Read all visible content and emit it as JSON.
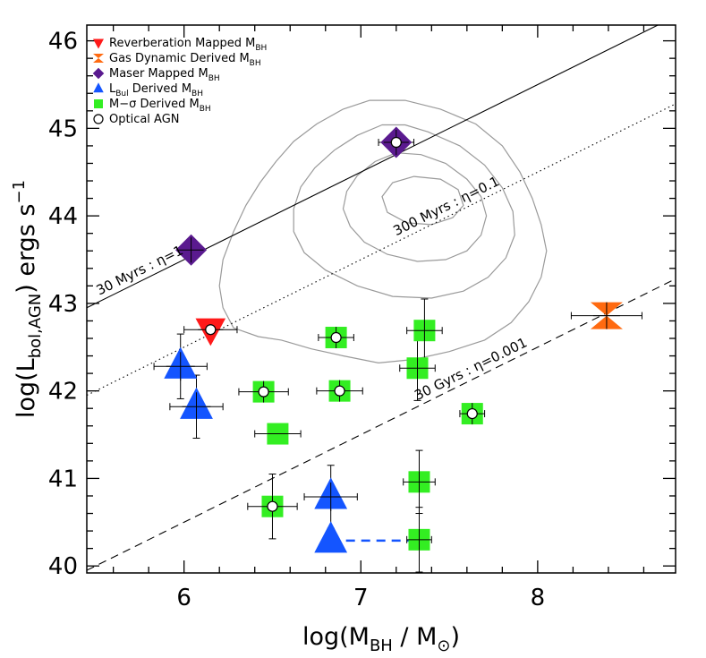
{
  "chart_data": {
    "type": "scatter",
    "xlabel": "log(M_BH / M_⊙)",
    "ylabel": "log(L_bol,AGN) ergs s^-1",
    "xlim": [
      5.45,
      8.78
    ],
    "ylim": [
      39.92,
      46.18
    ],
    "xticks": [
      6,
      7,
      8
    ],
    "yticks": [
      40,
      41,
      42,
      43,
      44,
      45,
      46
    ],
    "grid": false,
    "legend_position": "top-left",
    "legend": [
      {
        "symbol": "down-triangle",
        "color": "#ff1a1a",
        "text": "Reverberation Mapped M",
        "sub": "BH"
      },
      {
        "symbol": "hourglass",
        "color": "#ff6a10",
        "text": "Gas Dynamic Derived M",
        "sub": "BH"
      },
      {
        "symbol": "diamond",
        "color": "#5a1a8f",
        "text": "Maser Mapped M",
        "sub": "BH"
      },
      {
        "symbol": "up-triangle",
        "color": "#1455ff",
        "text": "L",
        "sub": "Bul",
        "text2": " Derived M",
        "sub2": "BH"
      },
      {
        "symbol": "square",
        "color": "#33ee22",
        "text": "M−σ Derived M",
        "sub": "BH"
      },
      {
        "symbol": "circle",
        "color": "#ffffff",
        "text": "Optical AGN"
      }
    ],
    "reference_lines": [
      {
        "label": "30 Myrs : η=1",
        "style": "solid",
        "y_intercept_shift": 37.5
      },
      {
        "label": "300 Myrs : η=0.1",
        "style": "dotted",
        "y_intercept_shift": 36.5
      },
      {
        "label": "30 Gyrs : η=0.001",
        "style": "dashed",
        "y_intercept_shift": 34.5
      }
    ],
    "series": [
      {
        "name": "Reverberation Mapped M_BH",
        "marker": "down-triangle",
        "color": "#ff1a1a",
        "points": [
          {
            "x": 6.15,
            "y": 42.7,
            "xerr": 0.15,
            "yerr": 0.0,
            "optical": true
          }
        ]
      },
      {
        "name": "Gas Dynamic Derived M_BH",
        "marker": "hourglass",
        "color": "#ff6a10",
        "points": [
          {
            "x": 8.39,
            "y": 42.86,
            "xerr": 0.2,
            "yerr": 0.1,
            "optical": false
          }
        ]
      },
      {
        "name": "Maser Mapped M_BH",
        "marker": "diamond",
        "color": "#5a1a8f",
        "points": [
          {
            "x": 6.04,
            "y": 43.61,
            "xerr": 0.05,
            "yerr": 0.05,
            "optical": false
          },
          {
            "x": 7.2,
            "y": 44.84,
            "xerr": 0.1,
            "yerr": 0.05,
            "optical": true
          }
        ]
      },
      {
        "name": "L_Bul Derived M_BH",
        "marker": "up-triangle",
        "color": "#1455ff",
        "points": [
          {
            "x": 5.98,
            "y": 42.28,
            "xerr": 0.15,
            "yerr": 0.37,
            "optical": false
          },
          {
            "x": 6.07,
            "y": 41.82,
            "xerr": 0.15,
            "yerr": 0.36,
            "optical": false
          },
          {
            "x": 6.83,
            "y": 40.79,
            "xerr": 0.15,
            "yerr": 0.36,
            "optical": false
          },
          {
            "x": 6.83,
            "y": 40.29,
            "xerr": 0.0,
            "yerr": 0.0,
            "optical": false
          }
        ]
      },
      {
        "name": "M-sigma Derived M_BH",
        "marker": "square",
        "color": "#33ee22",
        "points": [
          {
            "x": 6.86,
            "y": 42.61,
            "xerr": 0.1,
            "yerr": 0.06,
            "optical": true
          },
          {
            "x": 7.36,
            "y": 42.69,
            "xerr": 0.1,
            "yerr": 0.36,
            "optical": false
          },
          {
            "x": 7.32,
            "y": 42.26,
            "xerr": 0.1,
            "yerr": 0.37,
            "optical": false
          },
          {
            "x": 6.45,
            "y": 41.99,
            "xerr": 0.14,
            "yerr": 0.06,
            "optical": true
          },
          {
            "x": 6.88,
            "y": 42.0,
            "xerr": 0.13,
            "yerr": 0.06,
            "optical": true
          },
          {
            "x": 7.63,
            "y": 41.74,
            "xerr": 0.07,
            "yerr": 0.05,
            "optical": true
          },
          {
            "x": 6.53,
            "y": 41.51,
            "xerr": 0.13,
            "yerr": 0.0,
            "optical": false
          },
          {
            "x": 6.5,
            "y": 40.68,
            "xerr": 0.14,
            "yerr": 0.37,
            "optical": true
          },
          {
            "x": 7.33,
            "y": 40.96,
            "xerr": 0.09,
            "yerr": 0.36,
            "optical": false
          },
          {
            "x": 7.33,
            "y": 40.3,
            "xerr": 0.07,
            "yerr": 0.37,
            "optical": false
          }
        ]
      }
    ],
    "dashed_connector": {
      "color": "#1455ff",
      "x1": 6.83,
      "x2": 7.33,
      "y": 40.29
    },
    "contours": [
      [
        [
          7.05,
          45.32
        ],
        [
          6.9,
          45.22
        ],
        [
          6.75,
          45.05
        ],
        [
          6.62,
          44.85
        ],
        [
          6.52,
          44.62
        ],
        [
          6.43,
          44.38
        ],
        [
          6.35,
          44.12
        ],
        [
          6.28,
          43.82
        ],
        [
          6.22,
          43.5
        ],
        [
          6.2,
          43.2
        ],
        [
          6.22,
          42.95
        ],
        [
          6.28,
          42.72
        ],
        [
          6.42,
          42.62
        ],
        [
          6.55,
          42.58
        ],
        [
          6.72,
          42.48
        ],
        [
          6.9,
          42.4
        ],
        [
          7.1,
          42.32
        ],
        [
          7.3,
          42.36
        ],
        [
          7.5,
          42.45
        ],
        [
          7.7,
          42.58
        ],
        [
          7.85,
          42.78
        ],
        [
          7.95,
          43.02
        ],
        [
          8.02,
          43.3
        ],
        [
          8.05,
          43.6
        ],
        [
          8.02,
          43.9
        ],
        [
          7.97,
          44.2
        ],
        [
          7.9,
          44.5
        ],
        [
          7.8,
          44.8
        ],
        [
          7.65,
          45.05
        ],
        [
          7.45,
          45.22
        ],
        [
          7.25,
          45.32
        ]
      ],
      [
        [
          7.12,
          45.04
        ],
        [
          6.98,
          44.92
        ],
        [
          6.85,
          44.75
        ],
        [
          6.74,
          44.55
        ],
        [
          6.66,
          44.33
        ],
        [
          6.62,
          44.08
        ],
        [
          6.62,
          43.82
        ],
        [
          6.68,
          43.58
        ],
        [
          6.8,
          43.38
        ],
        [
          6.98,
          43.2
        ],
        [
          7.18,
          43.08
        ],
        [
          7.4,
          43.06
        ],
        [
          7.58,
          43.14
        ],
        [
          7.72,
          43.3
        ],
        [
          7.82,
          43.52
        ],
        [
          7.87,
          43.78
        ],
        [
          7.86,
          44.05
        ],
        [
          7.8,
          44.32
        ],
        [
          7.7,
          44.58
        ],
        [
          7.56,
          44.8
        ],
        [
          7.38,
          44.96
        ],
        [
          7.25,
          45.04
        ]
      ],
      [
        [
          7.2,
          44.72
        ],
        [
          7.08,
          44.62
        ],
        [
          6.98,
          44.46
        ],
        [
          6.92,
          44.28
        ],
        [
          6.9,
          44.08
        ],
        [
          6.94,
          43.88
        ],
        [
          7.02,
          43.7
        ],
        [
          7.15,
          43.56
        ],
        [
          7.32,
          43.48
        ],
        [
          7.48,
          43.5
        ],
        [
          7.6,
          43.6
        ],
        [
          7.68,
          43.78
        ],
        [
          7.71,
          44.0
        ],
        [
          7.68,
          44.22
        ],
        [
          7.6,
          44.42
        ],
        [
          7.48,
          44.6
        ],
        [
          7.34,
          44.7
        ]
      ],
      [
        [
          7.3,
          44.45
        ],
        [
          7.18,
          44.38
        ],
        [
          7.12,
          44.22
        ],
        [
          7.15,
          44.04
        ],
        [
          7.26,
          43.92
        ],
        [
          7.4,
          43.9
        ],
        [
          7.52,
          43.98
        ],
        [
          7.58,
          44.12
        ],
        [
          7.55,
          44.3
        ],
        [
          7.45,
          44.42
        ]
      ]
    ]
  }
}
